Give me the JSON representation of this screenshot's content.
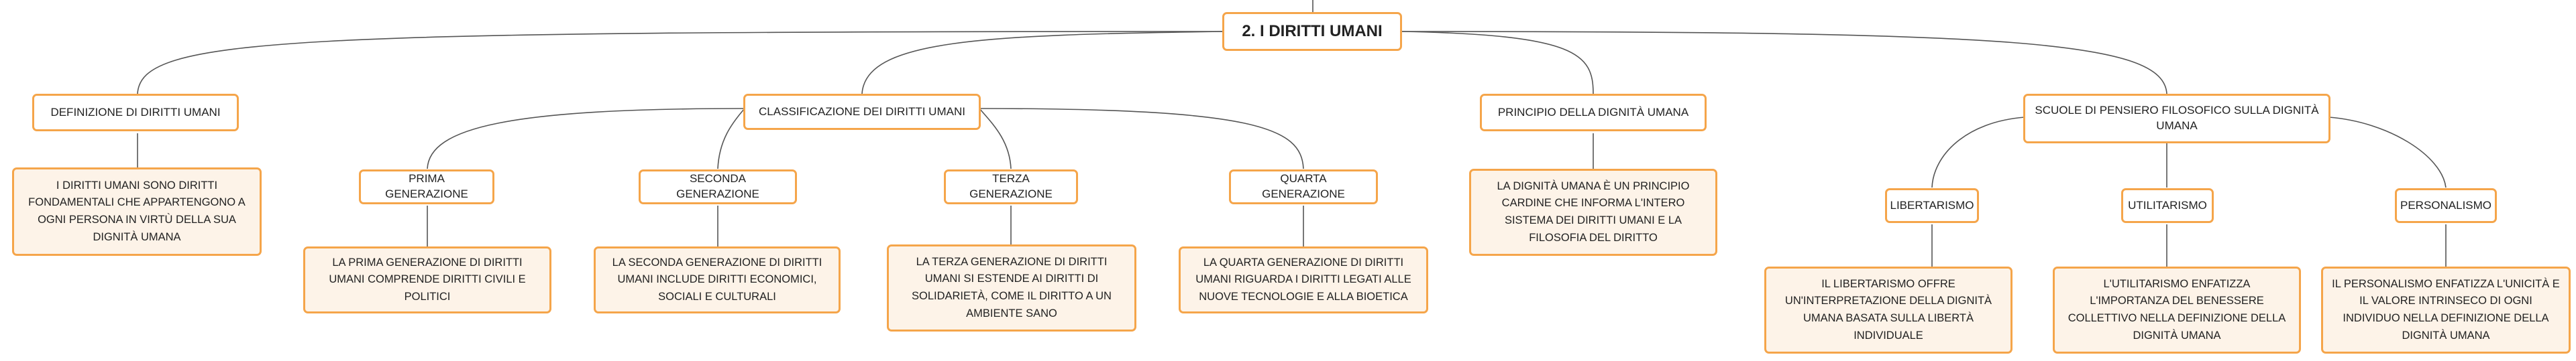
{
  "root": "2. I DIRITTI UMANI",
  "definizione": {
    "title": "DEFINIZIONE DI DIRITTI UMANI",
    "text": "I DIRITTI UMANI SONO DIRITTI FONDAMENTALI CHE APPARTENGONO A OGNI PERSONA IN VIRTÙ DELLA SUA DIGNITÀ UMANA"
  },
  "classificazione": {
    "title": "CLASSIFICAZIONE DEI DIRITTI UMANI",
    "prima": {
      "title": "PRIMA GENERAZIONE",
      "text": "LA PRIMA GENERAZIONE DI DIRITTI UMANI COMPRENDE DIRITTI CIVILI E POLITICI"
    },
    "seconda": {
      "title": "SECONDA GENERAZIONE",
      "text": "LA SECONDA GENERAZIONE DI DIRITTI UMANI INCLUDE DIRITTI ECONOMICI, SOCIALI E CULTURALI"
    },
    "terza": {
      "title": "TERZA GENERAZIONE",
      "text": "LA TERZA GENERAZIONE DI DIRITTI UMANI SI ESTENDE AI DIRITTI DI SOLIDARIETÀ, COME IL DIRITTO A UN AMBIENTE SANO"
    },
    "quarta": {
      "title": "QUARTA GENERAZIONE",
      "text": "LA QUARTA GENERAZIONE DI DIRITTI UMANI RIGUARDA I DIRITTI LEGATI ALLE NUOVE TECNOLOGIE E ALLA BIOETICA"
    }
  },
  "principio": {
    "title": "PRINCIPIO DELLA DIGNITÀ UMANA",
    "text": "LA DIGNITÀ UMANA È UN PRINCIPIO CARDINE CHE INFORMA L'INTERO SISTEMA DEI DIRITTI UMANI E LA FILOSOFIA DEL DIRITTO"
  },
  "scuole": {
    "title": "SCUOLE DI PENSIERO FILOSOFICO SULLA DIGNITÀ UMANA",
    "libertarismo": {
      "title": "LIBERTARISMO",
      "text": "IL LIBERTARISMO OFFRE UN'INTERPRETAZIONE DELLA DIGNITÀ UMANA BASATA SULLA LIBERTÀ INDIVIDUALE"
    },
    "utilitarismo": {
      "title": "UTILITARISMO",
      "text": "L'UTILITARISMO ENFATIZZA L'IMPORTANZA DEL BENESSERE COLLETTIVO NELLA DEFINIZIONE DELLA DIGNITÀ UMANA"
    },
    "personalismo": {
      "title": "PERSONALISMO",
      "text": "IL PERSONALISMO ENFATIZZA L'UNICITÀ E IL VALORE INTRINSECO DI OGNI INDIVIDUO NELLA DEFINIZIONE DELLA DIGNITÀ UMANA"
    }
  },
  "colors": {
    "border": "#f5a54a",
    "leaf_fill": "#fdf3e8",
    "connector": "#555555"
  }
}
